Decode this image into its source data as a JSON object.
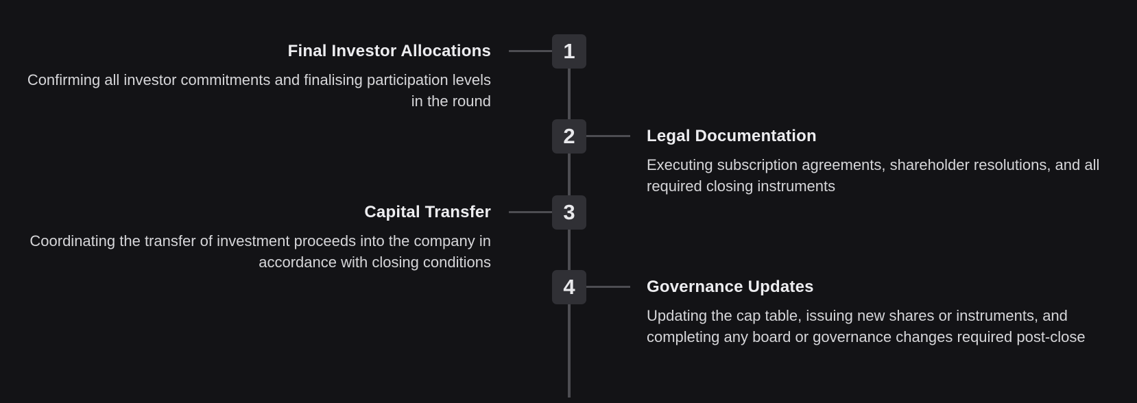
{
  "theme": {
    "background": "#131316",
    "box_background": "#303035",
    "line_color": "#4d4d52",
    "number_color": "#e9e9ec",
    "title_color": "#ededf0",
    "description_color": "#d6d6d9"
  },
  "timeline": {
    "steps": [
      {
        "number": "1",
        "side": "left",
        "title": "Final Investor Allocations",
        "description": "Confirming all investor commitments and finalising participation levels in the round",
        "lines": [
          "Confirming all investor commitments and finalising participation levels",
          "in the round"
        ]
      },
      {
        "number": "2",
        "side": "right",
        "title": "Legal Documentation",
        "description": "Executing subscription agreements, shareholder resolutions, and all required closing instruments",
        "lines": [
          "Executing subscription agreements, shareholder resolutions, and all",
          "required closing instruments"
        ]
      },
      {
        "number": "3",
        "side": "left",
        "title": "Capital Transfer",
        "description": "Coordinating the transfer of investment proceeds into the company in accordance with closing conditions",
        "lines": [
          "Coordinating the transfer of investment proceeds into the company in",
          "accordance with closing conditions"
        ]
      },
      {
        "number": "4",
        "side": "right",
        "title": "Governance Updates",
        "description": "Updating the cap table, issuing new shares or instruments, and completing any board or governance changes required post-close",
        "lines": [
          "Updating the cap table, issuing new shares or instruments, and",
          "completing any board or governance changes required post-close"
        ]
      }
    ]
  }
}
